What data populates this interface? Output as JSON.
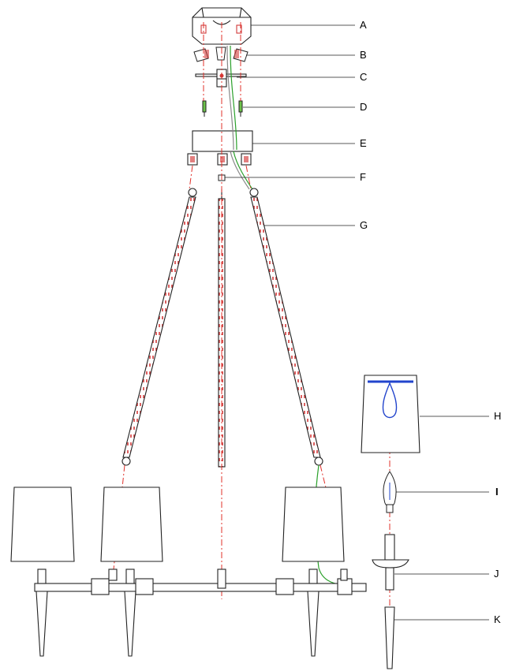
{
  "labels": [
    {
      "id": "A",
      "text": "A"
    },
    {
      "id": "B",
      "text": "B"
    },
    {
      "id": "C",
      "text": "C"
    },
    {
      "id": "D",
      "text": "D"
    },
    {
      "id": "E",
      "text": "E"
    },
    {
      "id": "F",
      "text": "F"
    },
    {
      "id": "G",
      "text": "G"
    },
    {
      "id": "H",
      "text": "H"
    },
    {
      "id": "I",
      "text": "I"
    },
    {
      "id": "J",
      "text": "J"
    },
    {
      "id": "K",
      "text": "K"
    }
  ],
  "colors": {
    "line": "#222222",
    "axis": "#e0302a",
    "wire_green": "#2aa02a",
    "wire_blue": "#2244cc",
    "part_red": "#d23a3a"
  }
}
